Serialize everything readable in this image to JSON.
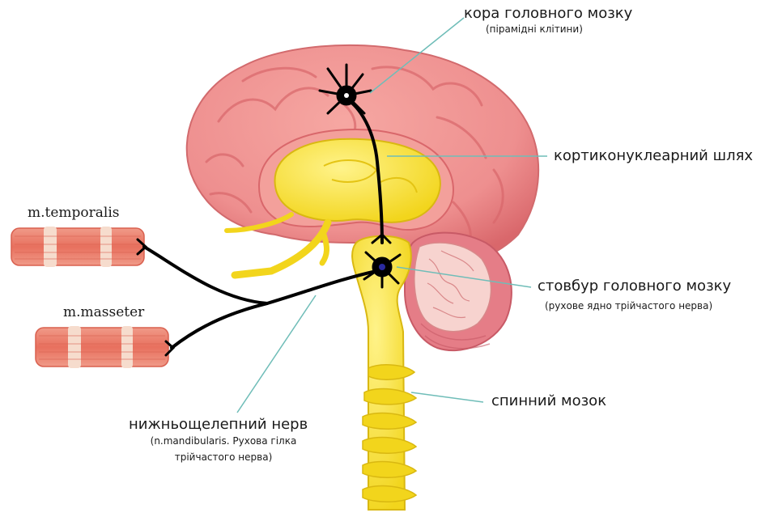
{
  "labels": {
    "cortex": {
      "title": "кора головного мозку",
      "note": "(пірамідні клітини)"
    },
    "tract": {
      "title": "кортиконуклеарний шлях"
    },
    "brainstem": {
      "title": "стовбур головного мозку",
      "note": "(рухове ядно трійчастого нерва)"
    },
    "spinal_cord": {
      "title": "спинний мозок"
    },
    "nerve": {
      "title": "нижньощелепний нерв",
      "note_line1": "(n.mandibularis. Рухова гілка",
      "note_line2": "трійчастого нерва)"
    },
    "muscle_temporalis": {
      "title": "m.temporalis"
    },
    "muscle_masseter": {
      "title": "m.masseter"
    }
  },
  "colors": {
    "cortex": "#ee8f8f",
    "cortex_dark": "#d9676b",
    "structures": "#f6e13a",
    "cerebellum": "#e57d87",
    "muscle": "#ec7f6e",
    "pathway": "#000000",
    "leader": "#6fbdb8"
  }
}
